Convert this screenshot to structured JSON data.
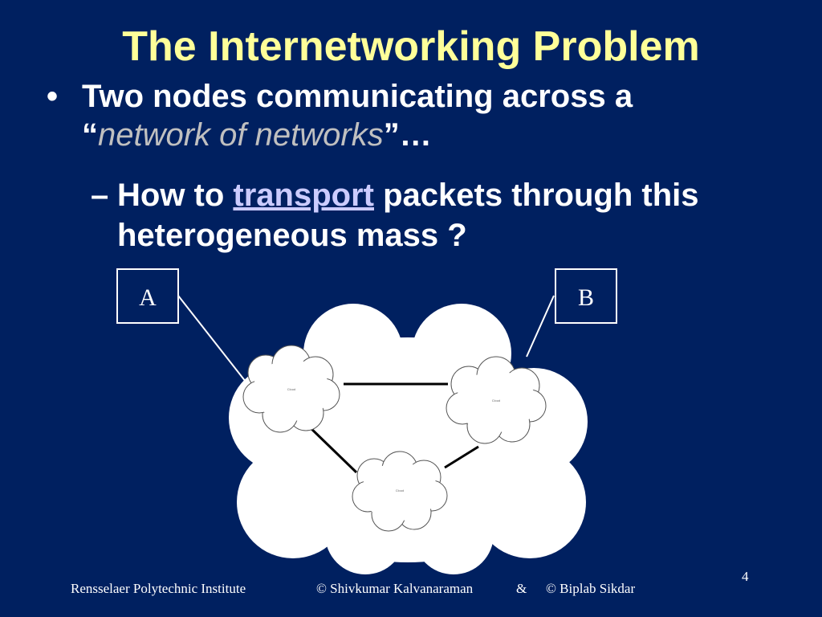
{
  "title": "The Internetworking Problem",
  "bullets": {
    "level1": {
      "marker": "•",
      "text_before": "Two nodes communicating across a “",
      "italic_text": "network of networks",
      "text_after": "”…"
    },
    "level2": {
      "marker": "–",
      "text_before": "How to ",
      "link_text": "transport",
      "text_after": " packets through this heterogeneous mass  ?"
    }
  },
  "diagram": {
    "node_a_label": "A",
    "node_b_label": "B",
    "cloud_labels": [
      "Cloud",
      "Cloud",
      "Cloud"
    ]
  },
  "footer": {
    "institution": "Rensselaer Polytechnic Institute",
    "author1": "© Shivkumar Kalvanaraman",
    "separator": "&",
    "author2": "© Biplab Sikdar"
  },
  "page_number": "4",
  "colors": {
    "background": "#002060",
    "title": "#ffff99",
    "body_text": "#ffffff",
    "italic_text": "#c0c0c0",
    "link_text": "#ccccff"
  }
}
